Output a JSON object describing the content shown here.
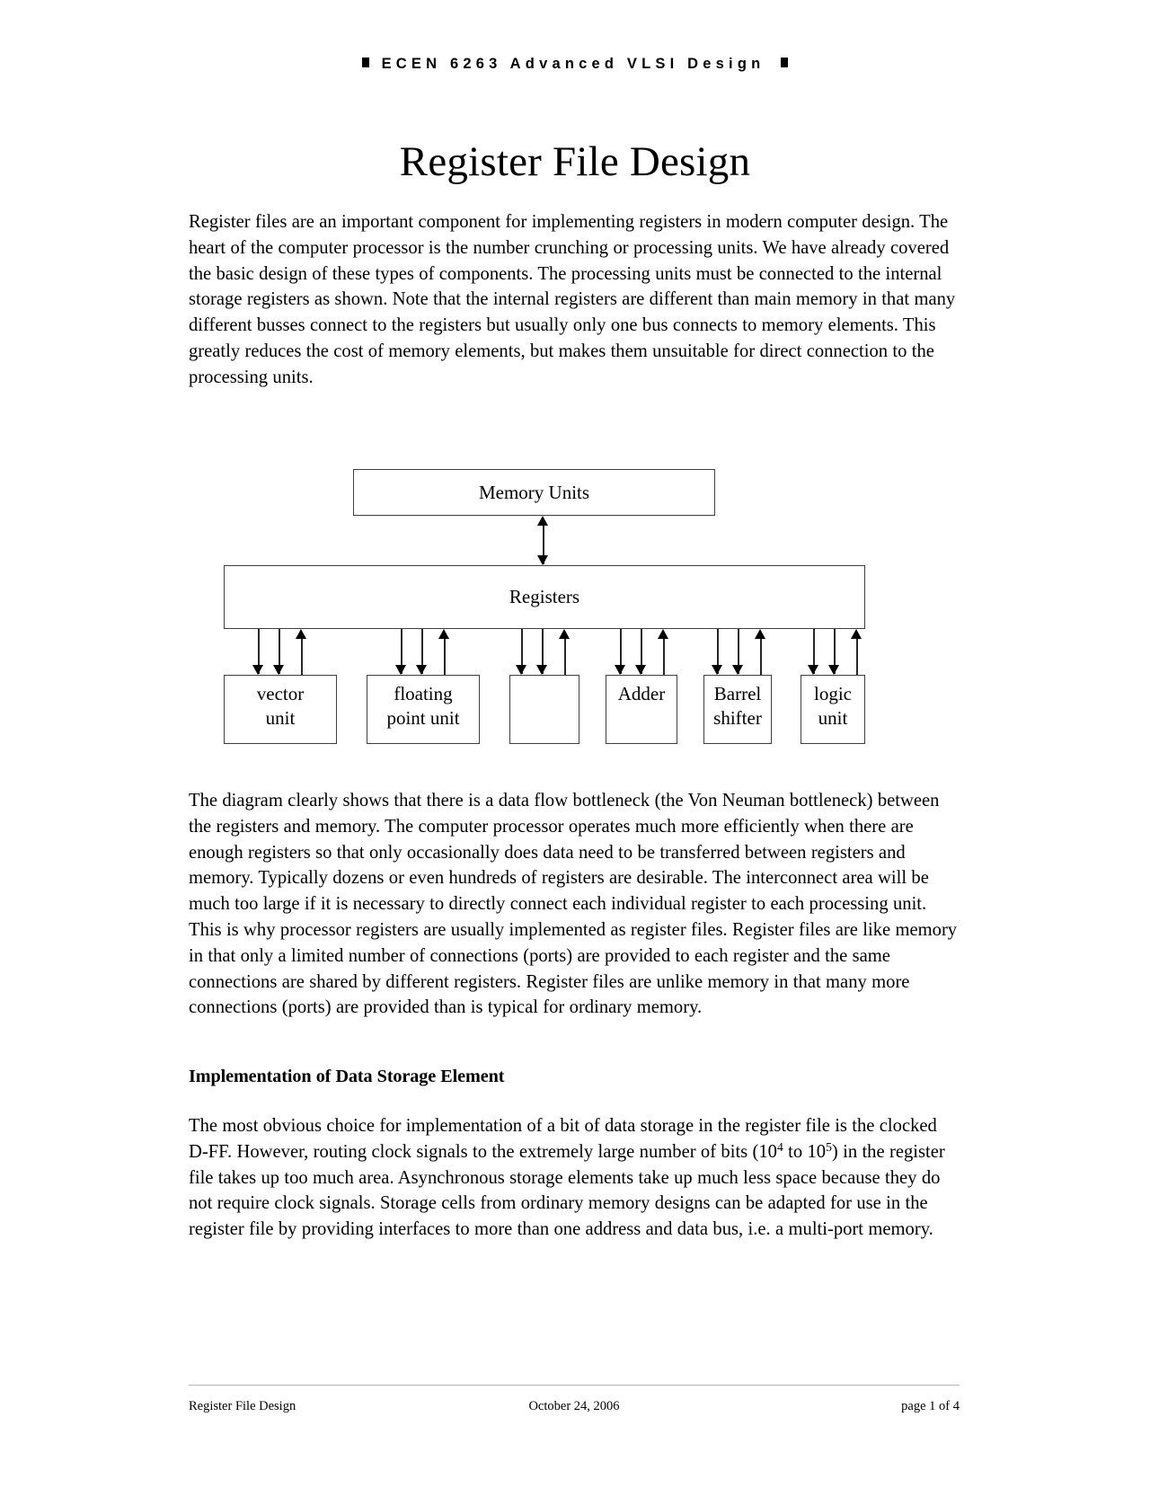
{
  "header": {
    "bullet_left": "square-bullet",
    "text": "ECEN 6263 Advanced VLSI Design",
    "bullet_right": "square-bullet"
  },
  "title": "Register File Design",
  "paragraphs": {
    "intro": "Register files are an important component for implementing registers in modern computer design.  The heart of the computer processor is the number crunching or processing units.  We have already covered the basic design of these types of components.  The processing units must be connected to the internal storage registers as shown.  Note that the internal registers are different than main memory in that many different busses connect to the registers but usually only one bus connects to memory elements.  This greatly reduces the cost of memory elements, but makes them unsuitable for direct connection to the processing units.",
    "bottleneck": "The diagram clearly shows that there is a data flow bottleneck (the Von Neuman bottleneck) between the registers and memory.  The computer processor operates much more efficiently when there are enough registers so that only occasionally does data need to be transferred between registers and memory.  Typically dozens or even hundreds of registers are desirable.  The interconnect area will be much too large if it is necessary to directly connect each individual register to each processing unit.  This is why processor registers are usually implemented as register files.  Register files are like memory in that only a limited number of connections (ports) are provided to each register and the same connections are shared by different registers.  Register files are unlike memory in that many more connections (ports) are provided than is typical for ordinary memory.",
    "storage_a": "The most obvious choice for implementation of a bit of data storage in the register file is the clocked D-FF.  However, routing clock signals to the extremely large number of bits (10",
    "storage_sup1": "4",
    "storage_b": " to 10",
    "storage_sup2": "5",
    "storage_c": ") in the register file takes up too much area.  Asynchronous storage elements take up much less space because they do not require clock signals.  Storage cells from ordinary memory designs can be adapted for use in the register file by providing interfaces to more than one address and data bus, i.e. a multi-port memory."
  },
  "headings": {
    "implementation": "Implementation of Data Storage Element"
  },
  "diagram": {
    "memory_units": "Memory Units",
    "registers": "Registers",
    "units": [
      {
        "line1": "vector",
        "line2": "unit"
      },
      {
        "line1": "floating",
        "line2": "point unit"
      },
      {
        "line1": "",
        "line2": ""
      },
      {
        "line1": "Adder",
        "line2": ""
      },
      {
        "line1": "Barrel",
        "line2": "shifter"
      },
      {
        "line1": "logic",
        "line2": "unit"
      }
    ]
  },
  "footer": {
    "left": "Register File Design",
    "center": "October 24, 2006",
    "right": "page 1 of 4"
  },
  "colors": {
    "text": "#000000",
    "box_border": "#3f3f3f",
    "rule": "#b9b9b9",
    "page_background": "#ffffff"
  }
}
